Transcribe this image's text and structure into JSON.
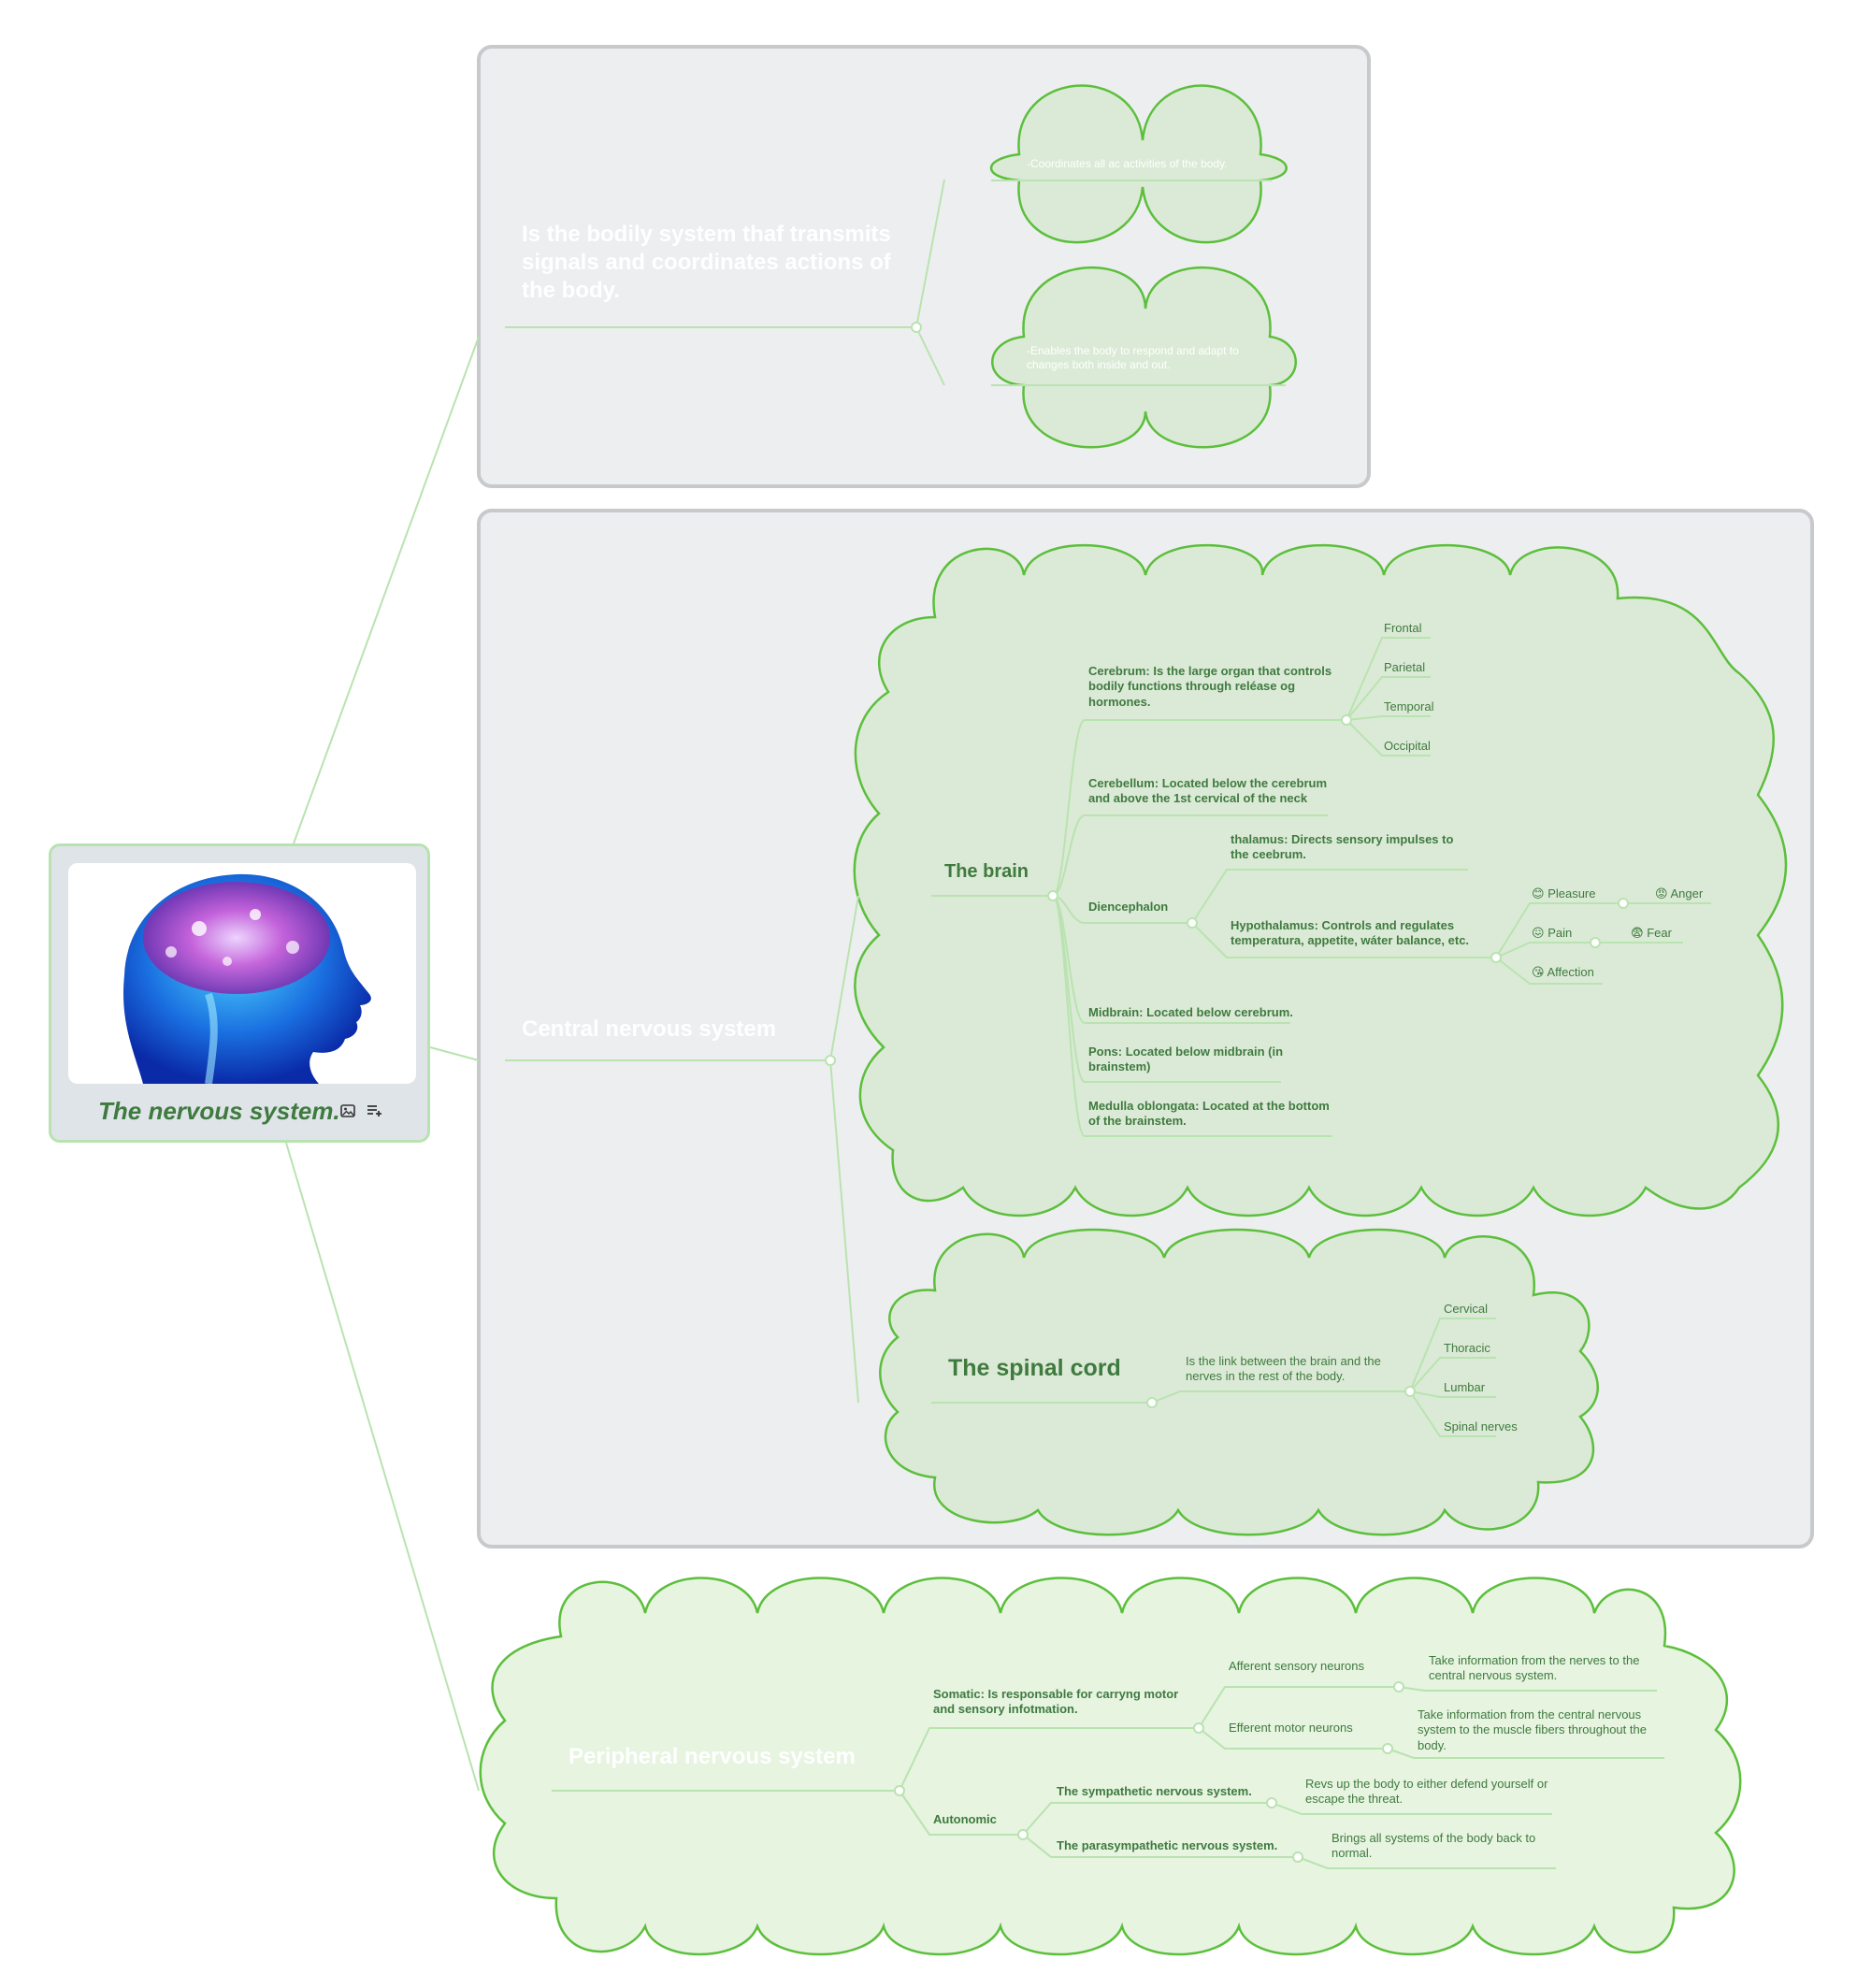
{
  "root": {
    "title": "The nervous system.",
    "image": "brain-illustration",
    "icons": [
      "image-icon",
      "note-icon"
    ]
  },
  "definition": {
    "label": "Is the bodily system thaf transmits signals and coordinates actions of the body.",
    "children": [
      "-Coordinates all ac activities of the body.",
      "-Enables the body to respond and adapt to changes both inside and out."
    ]
  },
  "cns": {
    "label": "Central nervous system",
    "brain": {
      "label": "The brain",
      "cerebrum": {
        "label": "Cerebrum: Is the large organ that controls bodily functions through reléase og hormones.",
        "lobes": [
          "Frontal",
          "Parietal",
          "Temporal",
          "Occipital"
        ]
      },
      "cerebellum": "Cerebellum: Located below the cerebrum and above the 1st cervical of the neck",
      "diencephalon": {
        "label": "Diencephalon",
        "thalamus": "thalamus: Directs sensory impulses to the ceebrum.",
        "hypothalamus": {
          "label": "Hypothalamus: Controls and regulates temperatura, appetite, wáter balance, etc.",
          "pleasure": "Pleasure",
          "anger": "Anger",
          "pain": "Pain",
          "fear": "Fear",
          "affection": "Affection"
        }
      },
      "midbrain": "Midbrain: Located below cerebrum.",
      "pons": "Pons: Located below midbrain (in brainstem)",
      "medulla": "Medulla oblongata: Located at the bottom of the brainstem."
    },
    "spinal": {
      "label": "The spinal cord",
      "desc": "Is the link between the brain and the nerves in the rest of the body.",
      "parts": [
        "Cervical",
        "Thoracic",
        "Lumbar",
        "Spinal nerves"
      ]
    }
  },
  "pns": {
    "label": "Peripheral nervous system",
    "somatic": {
      "label": "Somatic: Is responsable for carryng motor and sensory infotmation.",
      "afferent": "Afferent sensory neurons",
      "afferent_desc": "Take information from the nerves to the central nervous system.",
      "efferent": "Efferent motor neurons",
      "efferent_desc": "Take information from the central nervous system to the muscle fibers throughout the body."
    },
    "autonomic": {
      "label": "Autonomic",
      "sympathetic": "The sympathetic nervous system.",
      "sympathetic_desc": "Revs up the body to either defend yourself or escape the threat.",
      "parasympathetic": "The parasympathetic nervous system.",
      "parasympathetic_desc": "Brings all systems of the body back to normal."
    }
  },
  "colors": {
    "line": "#b9e3b0",
    "cloud_fill": "#dbead6",
    "cloud_fill_light": "#e6f4e0",
    "cloud_stroke": "#5cbf3c",
    "summary_bg": "#edeef0",
    "summary_border": "#c8c9cc",
    "text_green": "#3f7a3f"
  }
}
